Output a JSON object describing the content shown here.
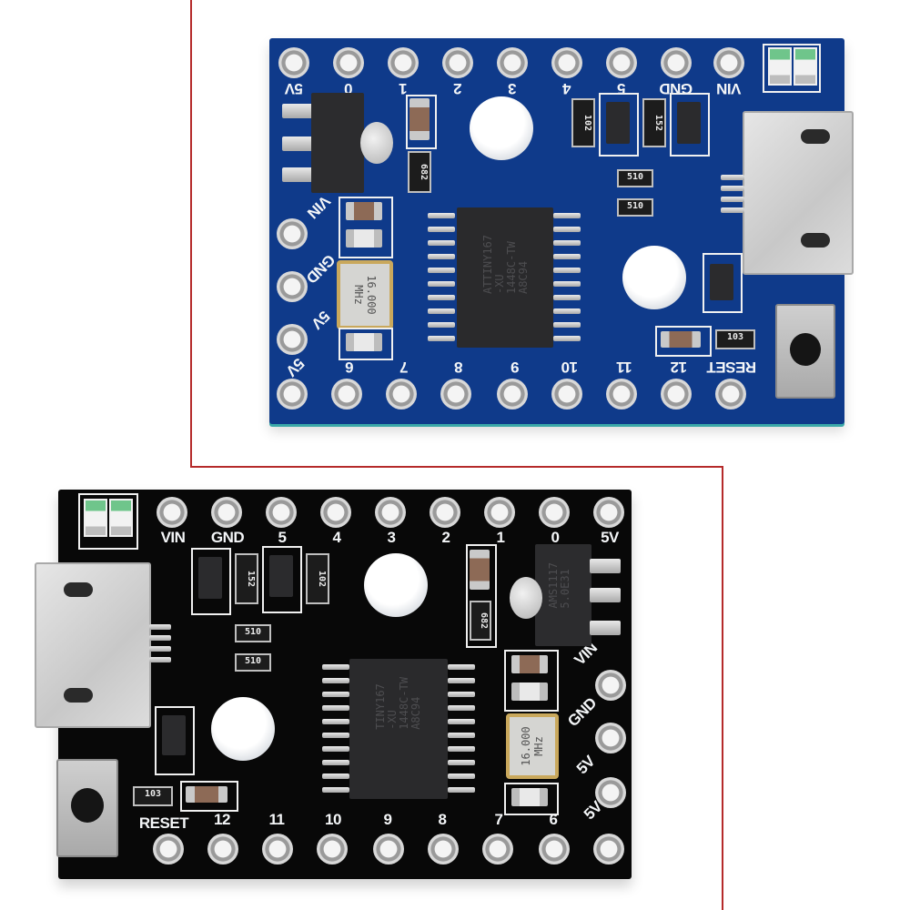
{
  "scene": {
    "description": "Product photo of two ATtiny167 development boards (blue and black)",
    "background_color": "#ffffff",
    "frame_line_color": "#b52a2a"
  },
  "blue_board": {
    "pcb_color": "#0f3a8a",
    "top_pin_labels": [
      "5V",
      "0",
      "1",
      "2",
      "3",
      "4",
      "5",
      "GND",
      "VIN"
    ],
    "bottom_pin_labels": [
      "5V",
      "6",
      "7",
      "8",
      "9",
      "10",
      "11",
      "12",
      "RESET"
    ],
    "left_pin_labels": [
      "VIN",
      "GND",
      "5V"
    ],
    "crystal_text": "16.000 MHz",
    "resistors": [
      "102",
      "152",
      "510",
      "510",
      "103",
      "682"
    ],
    "chip_text": "ATTINY167\n-XU\n1448C-TW\nA8C94"
  },
  "black_board": {
    "pcb_color": "#080808",
    "top_pin_labels": [
      "VIN",
      "GND",
      "5",
      "4",
      "3",
      "2",
      "1",
      "0",
      "5V"
    ],
    "bottom_pin_labels": [
      "RESET",
      "12",
      "11",
      "10",
      "9",
      "8",
      "7",
      "6",
      "5V"
    ],
    "right_pin_labels": [
      "VIN",
      "GND",
      "5V"
    ],
    "crystal_text": "16.000 MHz",
    "resistors": [
      "152",
      "102",
      "510",
      "510",
      "103",
      "682"
    ],
    "chip_text": "TINY167\n-XU\n1448C-TW\nA8C94",
    "regulator_text": "AMS1117\n5.0E31"
  }
}
